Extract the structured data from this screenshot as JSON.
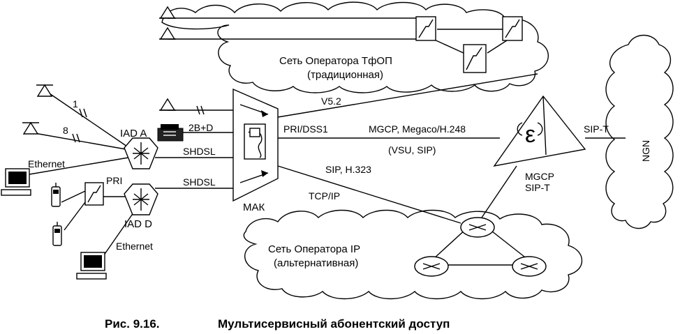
{
  "clouds": {
    "pstn_line1": "Сеть Оператора ТфОП",
    "pstn_line2": "(традиционная)",
    "ip_line1": "Сеть Оператора IP",
    "ip_line2": "(альтернативная)",
    "ngn": "NGN"
  },
  "devices": {
    "iad_a": "IAD A",
    "iad_d": "IAD D",
    "mak": "МАК"
  },
  "links": {
    "line_1": "1",
    "line_8": "8",
    "ethernet_a": "Ethernet",
    "ethernet_d": "Ethernet",
    "two_b_d": "2B+D",
    "shdsl_a": "SHDSL",
    "shdsl_d": "SHDSL",
    "pri": "PRI",
    "v52": "V5.2",
    "pri_dss1": "PRI/DSS1",
    "mgcp_megaco": "MGCP, Megaco/H.248",
    "vsu_sip": "(VSU, SIP)",
    "sip_h323": "SIP, H.323",
    "tcp_ip": "TCP/IP",
    "sip_t_right": "SIP-T",
    "mgcp_bottom": "MGCP",
    "sip_t_bottom": "SIP-T"
  },
  "caption": {
    "number": "Рис. 9.16.",
    "title": "Мультисервисный абонентский доступ"
  }
}
